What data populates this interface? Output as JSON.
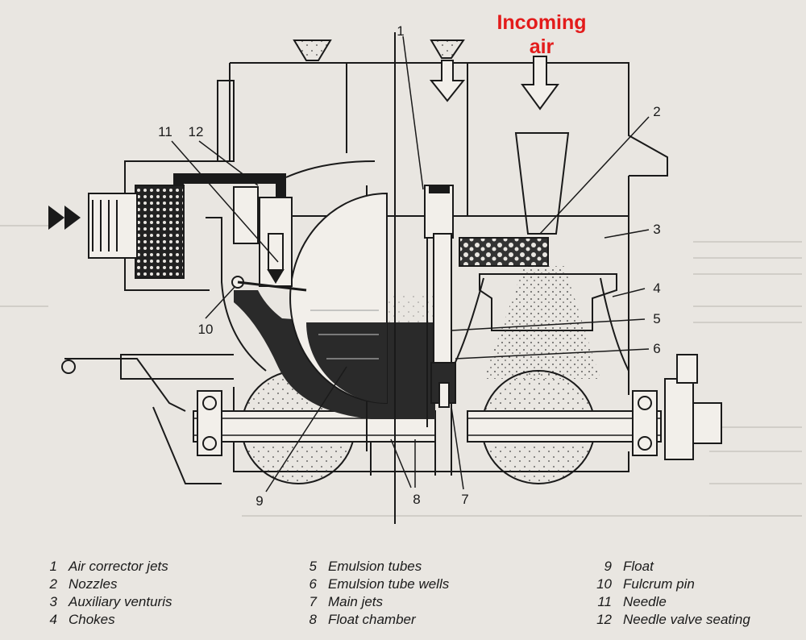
{
  "annotation": {
    "line1": "Incoming",
    "line2": "air",
    "color": "#e31b1b"
  },
  "callouts": [
    "1",
    "2",
    "3",
    "4",
    "5",
    "6",
    "7",
    "8",
    "9",
    "10",
    "11",
    "12"
  ],
  "legend": [
    {
      "num": "1",
      "text": "Air corrector jets"
    },
    {
      "num": "2",
      "text": "Nozzles"
    },
    {
      "num": "3",
      "text": "Auxiliary venturis"
    },
    {
      "num": "4",
      "text": "Chokes"
    },
    {
      "num": "5",
      "text": "Emulsion tubes"
    },
    {
      "num": "6",
      "text": "Emulsion tube wells"
    },
    {
      "num": "7",
      "text": "Main jets"
    },
    {
      "num": "8",
      "text": "Float chamber"
    },
    {
      "num": "9",
      "text": "Float"
    },
    {
      "num": "10",
      "text": "Fulcrum pin"
    },
    {
      "num": "11",
      "text": "Needle"
    },
    {
      "num": "12",
      "text": "Needle valve seating"
    }
  ]
}
